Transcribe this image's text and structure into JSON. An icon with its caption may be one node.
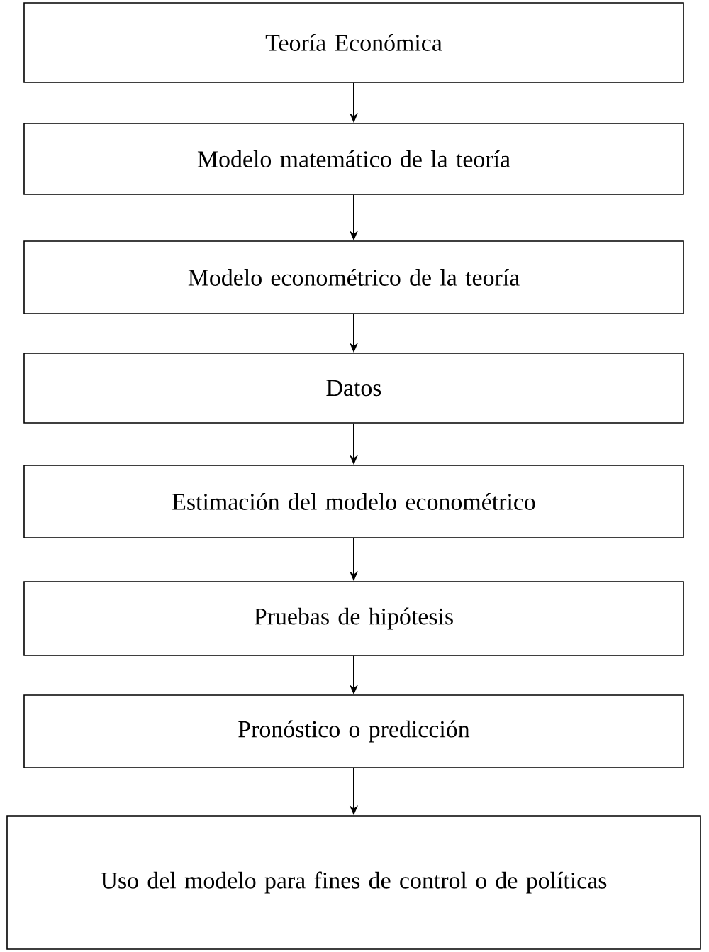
{
  "diagram": {
    "nodes": [
      {
        "text": [
          "Teoría Económica"
        ]
      },
      {
        "text": [
          "Modelo matemático de la teoría"
        ]
      },
      {
        "text": [
          "Modelo econométrico de la teoría"
        ]
      },
      {
        "text": [
          "Datos"
        ]
      },
      {
        "text": [
          "Estimación del modelo econométrico"
        ]
      },
      {
        "text": [
          "Pruebas de hipótesis"
        ]
      },
      {
        "text": [
          "Pronóstico o predicción"
        ]
      },
      {
        "text": [
          "Uso del modelo para fines de control o de políticas"
        ]
      }
    ],
    "edges": [
      {
        "from": 0,
        "to": 1,
        "arrow": "to"
      },
      {
        "from": 1,
        "to": 2,
        "arrow": "to"
      },
      {
        "from": 2,
        "to": 3,
        "arrow": "to"
      },
      {
        "from": 3,
        "to": 4,
        "arrow": "to"
      },
      {
        "from": 4,
        "to": 5,
        "arrow": "to"
      },
      {
        "from": 5,
        "to": 6,
        "arrow": "to"
      },
      {
        "from": 6,
        "to": 7,
        "arrow": "to"
      }
    ]
  }
}
